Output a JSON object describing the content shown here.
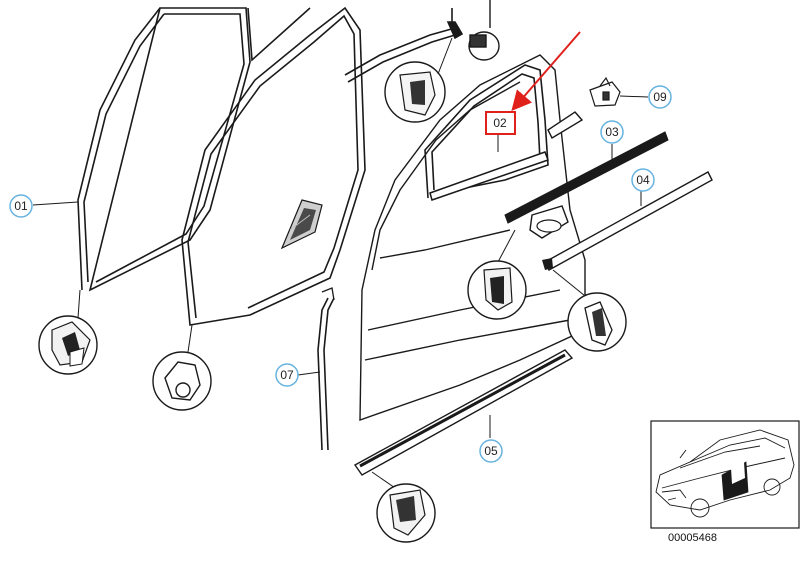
{
  "callouts": {
    "c01": "01",
    "c02": "02",
    "c03": "03",
    "c04": "04",
    "c05": "05",
    "c07": "07",
    "c09": "09"
  },
  "reference_number": "00005468",
  "colors": {
    "callout_circle": "#66b3e0",
    "highlight": "#e0201b",
    "line": "#1a1a1a"
  }
}
